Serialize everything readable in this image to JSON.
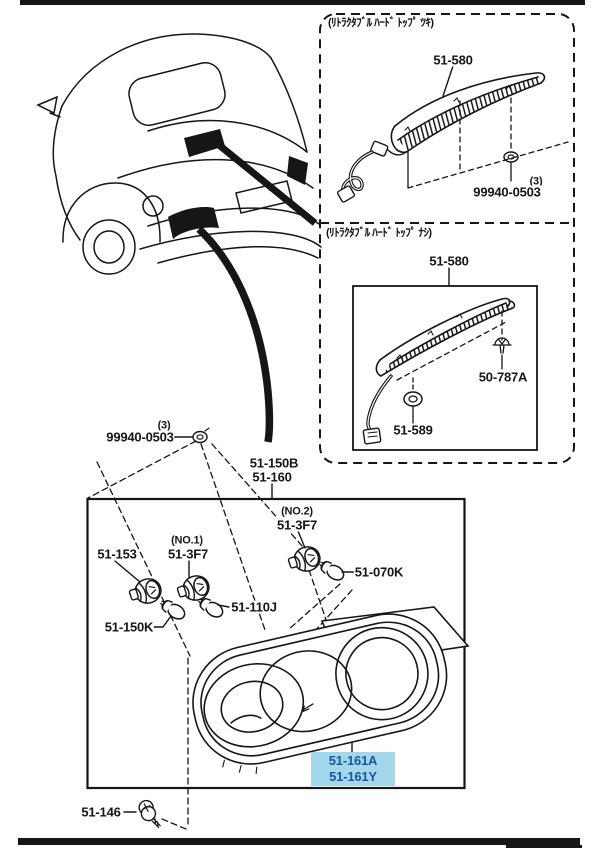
{
  "colors": {
    "line": "#161616",
    "highlight_bg": "#a4d6ec",
    "highlight_text": "#17599b"
  },
  "insets": {
    "with_hardtop": {
      "title": "(ﾘﾄﾗｸﾀﾌﾞﾙ ﾊｰﾄﾞ ﾄｯﾌﾟ ﾂｷ)",
      "parts": {
        "lamp": "51-580",
        "grommet_qty": "(3)",
        "grommet": "99940-0503"
      }
    },
    "without_hardtop": {
      "title": "(ﾘﾄﾗｸﾀﾌﾞﾙ ﾊｰﾄﾞ ﾄｯﾌﾟ ﾅｼ)",
      "parts": {
        "lamp": "51-580",
        "nut": "50-787A",
        "grommet": "51-589"
      }
    }
  },
  "main_diagram": {
    "grommet_qty": "(3)",
    "grommet": "99940-0503",
    "assembly": {
      "line1": "51-150B",
      "line2": "51-160"
    },
    "sockets": {
      "no2_prefix": "(NO.2)",
      "no2": "51-3F7",
      "no1_prefix": "(NO.1)",
      "no1": "51-3F7",
      "socket": "51-153"
    },
    "bulbs": {
      "b070": "51-070K",
      "b110": "51-110J",
      "b150": "51-150K"
    },
    "lens": {
      "line1": "51-161A",
      "line2": "51-161Y"
    },
    "screw": "51-146"
  }
}
